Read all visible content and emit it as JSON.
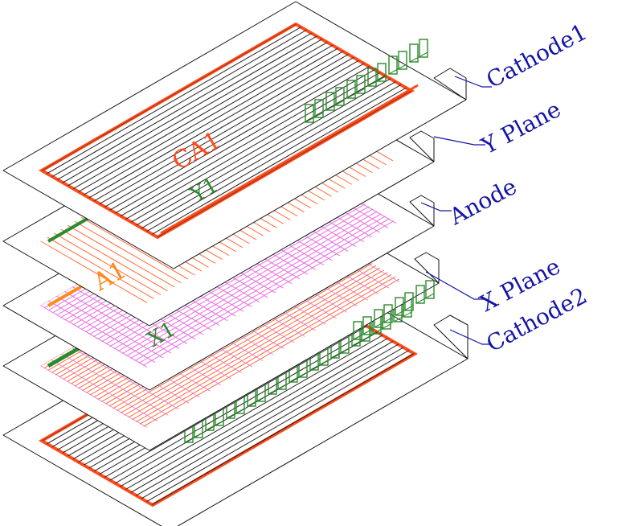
{
  "layers": [
    {
      "id": "cathode1",
      "label": "Cathode1"
    },
    {
      "id": "y-plane",
      "label": "Y Plane"
    },
    {
      "id": "anode",
      "label": "Anode"
    },
    {
      "id": "x-plane",
      "label": "X Plane"
    },
    {
      "id": "cathode2",
      "label": "Cathode2"
    }
  ],
  "plane_tags": {
    "cathode1": "CA1",
    "y_plane": "Y1",
    "anode": "A1",
    "x_plane": "X1"
  },
  "colors": {
    "outline": "#111111",
    "label": "#1414a6",
    "cathode_frame": "#ff4a1a",
    "anode_wire": "#e86fe0",
    "strip_wire": "#ff6a3a",
    "readout_green": "#2b8a2b",
    "wire_black": "#222222"
  }
}
